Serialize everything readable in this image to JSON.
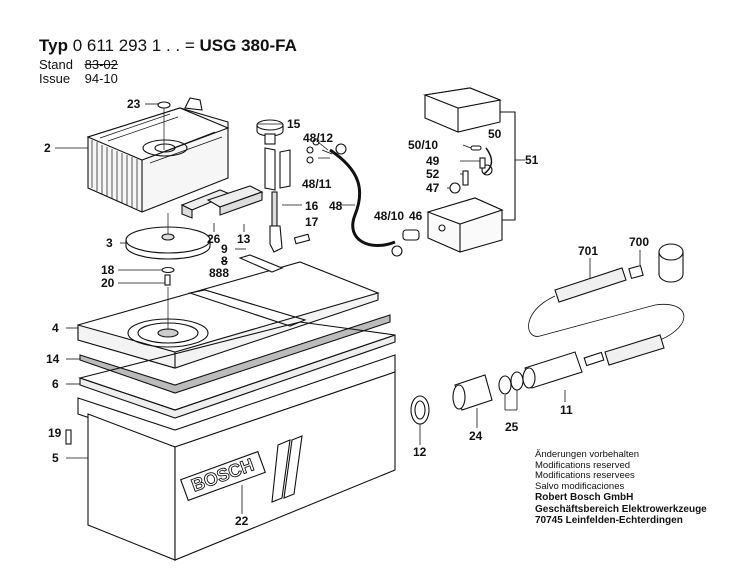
{
  "header": {
    "typ_label": "Typ",
    "typ_number": "0 611 293 1 . . =",
    "model": "USG 380-FA",
    "stand_label": "Stand",
    "stand_value": "83-02",
    "issue_label": "Issue",
    "issue_value": "94-10"
  },
  "callouts": [
    {
      "id": "23",
      "text": "23"
    },
    {
      "id": "2",
      "text": "2"
    },
    {
      "id": "15",
      "text": "15"
    },
    {
      "id": "48-12",
      "text": "48/12"
    },
    {
      "id": "48-11",
      "text": "48/11"
    },
    {
      "id": "16",
      "text": "16"
    },
    {
      "id": "17",
      "text": "17"
    },
    {
      "id": "48",
      "text": "48"
    },
    {
      "id": "48-10",
      "text": "48/10"
    },
    {
      "id": "46",
      "text": "46"
    },
    {
      "id": "50",
      "text": "50"
    },
    {
      "id": "50-10",
      "text": "50/10"
    },
    {
      "id": "49",
      "text": "49"
    },
    {
      "id": "52",
      "text": "52"
    },
    {
      "id": "47",
      "text": "47"
    },
    {
      "id": "51",
      "text": "51"
    },
    {
      "id": "3",
      "text": "3"
    },
    {
      "id": "26",
      "text": "26"
    },
    {
      "id": "13",
      "text": "13"
    },
    {
      "id": "9",
      "text": "9"
    },
    {
      "id": "8",
      "text": "8"
    },
    {
      "id": "888",
      "text": "888"
    },
    {
      "id": "18",
      "text": "18"
    },
    {
      "id": "20",
      "text": "20"
    },
    {
      "id": "701",
      "text": "701"
    },
    {
      "id": "700",
      "text": "700"
    },
    {
      "id": "4",
      "text": "4"
    },
    {
      "id": "14",
      "text": "14"
    },
    {
      "id": "6",
      "text": "6"
    },
    {
      "id": "19",
      "text": "19"
    },
    {
      "id": "5",
      "text": "5"
    },
    {
      "id": "12",
      "text": "12"
    },
    {
      "id": "24",
      "text": "24"
    },
    {
      "id": "25",
      "text": "25"
    },
    {
      "id": "11",
      "text": "11"
    },
    {
      "id": "22",
      "text": "22"
    }
  ],
  "brand_plate": "BOSCH",
  "footer": {
    "lines": [
      "Änderungen vorbehalten",
      "Modifications reserved",
      "Modifications reservees",
      "Salvo modificaciones"
    ],
    "company": [
      "Robert Bosch GmbH",
      "Geschäftsbereich Elektrowerkzeuge",
      "70745 Leinfelden-Echterdingen"
    ]
  }
}
